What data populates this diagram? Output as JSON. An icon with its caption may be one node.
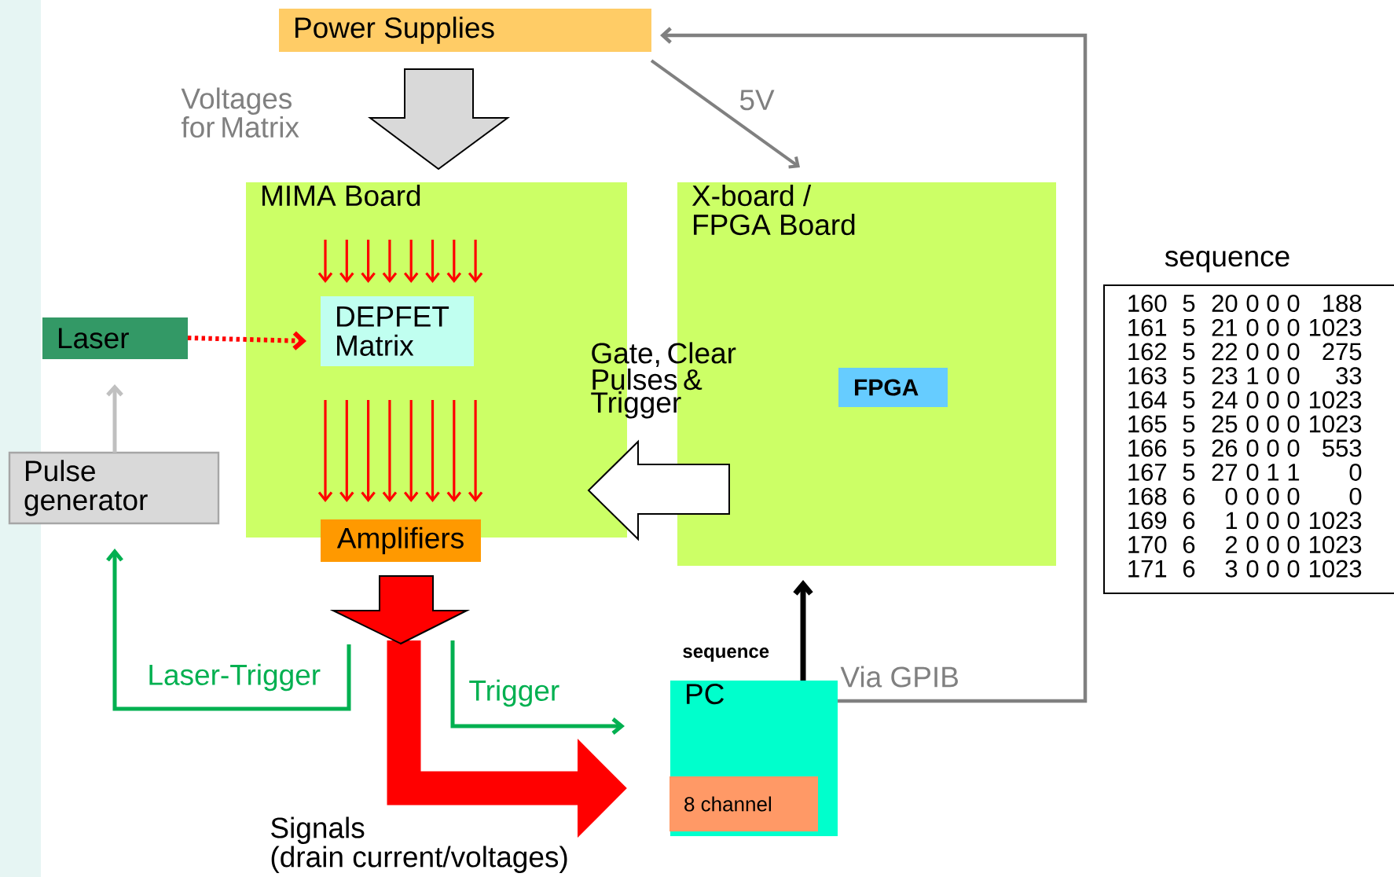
{
  "diagram": {
    "nodes": [
      {
        "text": [
          "Power Supplies"
        ]
      },
      {
        "text": [
          "MIMA Board"
        ]
      },
      {
        "text": [
          "DEPFET Matrix"
        ],
        "in": 1
      },
      {
        "text": [
          "Amplifiers"
        ]
      },
      {
        "text": [
          "X-board / FPGA Board"
        ]
      },
      {
        "text": [
          "FPGA"
        ],
        "in": 4
      },
      {
        "text": [
          "Laser"
        ]
      },
      {
        "text": [
          "Pulse generator"
        ]
      },
      {
        "text": [
          "PC"
        ]
      },
      {
        "text": [
          "8 channel"
        ],
        "in": 8
      },
      {
        "text": [
          "sequence"
        ]
      },
      {
        "text": [],
        "shape": "bar"
      }
    ],
    "edges": [
      {
        "from": 0,
        "to": 1,
        "arrow": "to",
        "label": "Voltages for Matrix",
        "style": "thick",
        "color": "#d9d9d9"
      },
      {
        "from": 0,
        "to": 4,
        "arrow": "to",
        "label": "5V",
        "color": "#808080"
      },
      {
        "from": 6,
        "to": 2,
        "arrow": "to",
        "style": "dashed",
        "color": "#ff0000"
      },
      {
        "from": 7,
        "to": 6,
        "arrow": "to",
        "color": "#c0c0c0"
      },
      {
        "from": 4,
        "to": 1,
        "arrow": "to",
        "label": "Gate, Clear Pulses & Trigger",
        "style": "thick",
        "color": "#ffffff"
      },
      {
        "from": 8,
        "to": 4,
        "arrow": "to",
        "label": "sequence",
        "style": "thick",
        "color": "#000000"
      },
      {
        "from": 8,
        "to": 0,
        "arrow": "to",
        "label": "Via GPIB",
        "color": "#808080"
      },
      {
        "from": 3,
        "to": 8,
        "arrow": "to",
        "label": "Signals (drain current/voltages)",
        "style": "thick",
        "color": "#ff0000"
      },
      {
        "from": null,
        "to": 7,
        "arrow": "to",
        "label": "Laser-Trigger",
        "color": "#00b050"
      },
      {
        "from": null,
        "to": 8,
        "arrow": "to",
        "label": "Trigger",
        "color": "#00b050"
      },
      {
        "from": null,
        "to": 2,
        "arrow": "to",
        "color": "#ff0000"
      },
      {
        "from": null,
        "to": 2,
        "arrow": "to",
        "color": "#ff0000"
      },
      {
        "from": null,
        "to": 2,
        "arrow": "to",
        "color": "#ff0000"
      },
      {
        "from": null,
        "to": 2,
        "arrow": "to",
        "color": "#ff0000"
      },
      {
        "from": null,
        "to": 2,
        "arrow": "to",
        "color": "#ff0000"
      },
      {
        "from": null,
        "to": 2,
        "arrow": "to",
        "color": "#ff0000"
      },
      {
        "from": null,
        "to": 2,
        "arrow": "to",
        "color": "#ff0000"
      },
      {
        "from": null,
        "to": 2,
        "arrow": "to",
        "color": "#ff0000"
      },
      {
        "from": 2,
        "to": 3,
        "arrow": "to",
        "color": "#ff0000"
      },
      {
        "from": 2,
        "to": 3,
        "arrow": "to",
        "color": "#ff0000"
      },
      {
        "from": 2,
        "to": 3,
        "arrow": "to",
        "color": "#ff0000"
      },
      {
        "from": 2,
        "to": 3,
        "arrow": "to",
        "color": "#ff0000"
      },
      {
        "from": 2,
        "to": 3,
        "arrow": "to",
        "color": "#ff0000"
      },
      {
        "from": 2,
        "to": 3,
        "arrow": "to",
        "color": "#ff0000"
      },
      {
        "from": 2,
        "to": 3,
        "arrow": "to",
        "color": "#ff0000"
      },
      {
        "from": 2,
        "to": 3,
        "arrow": "to",
        "color": "#ff0000"
      },
      {
        "from": 3,
        "to": null,
        "arrow": "to",
        "style": "thick",
        "color": "#ff0000"
      }
    ],
    "labels": [
      "160",
      "5",
      "20",
      "0",
      "0",
      "0",
      "188",
      "161",
      "5",
      "21",
      "0",
      "0",
      "0",
      "1023",
      "162",
      "5",
      "22",
      "0",
      "0",
      "0",
      "275",
      "163",
      "5",
      "23",
      "1",
      "0",
      "0",
      "33",
      "164",
      "5",
      "24",
      "0",
      "0",
      "0",
      "1023",
      "165",
      "5",
      "25",
      "0",
      "0",
      "0",
      "1023",
      "166",
      "5",
      "26",
      "0",
      "0",
      "0",
      "553",
      "167",
      "5",
      "27",
      "0",
      "1",
      "1",
      "0",
      "168",
      "6",
      "0",
      "0",
      "0",
      "0",
      "0",
      "169",
      "6",
      "1",
      "0",
      "0",
      "0",
      "1023",
      "170",
      "6",
      "2",
      "0",
      "0",
      "0",
      "1023",
      "171",
      "6",
      "3",
      "0",
      "0",
      "0",
      "1023"
    ]
  }
}
